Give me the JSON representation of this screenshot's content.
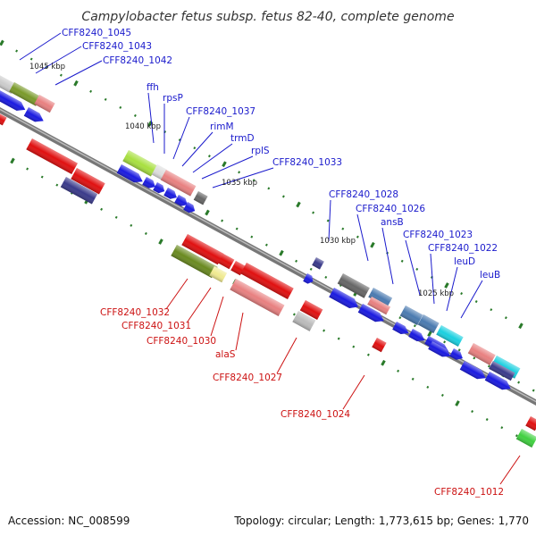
{
  "title": "Campylobacter fetus subsp. fetus 82-40, complete genome",
  "footer": {
    "accession": "Accession: NC_008599",
    "topology": "Topology: circular; Length: 1,773,615 bp; Genes: 1,770"
  },
  "colors": {
    "forward_label": "#1a1acc",
    "reverse_label": "#cc1111",
    "backbone": "#777777",
    "tick": "#2a7a2a"
  },
  "kbp_ticks": [
    "1045 kbp",
    "1040 kbp",
    "1035 kbp",
    "1030 kbp",
    "1025 kbp"
  ],
  "forward_labels": [
    "CFF8240_1045",
    "CFF8240_1043",
    "CFF8240_1042",
    "ffh",
    "rpsP",
    "CFF8240_1037",
    "rimM",
    "trmD",
    "rplS",
    "CFF8240_1033",
    "CFF8240_1028",
    "CFF8240_1026",
    "ansB",
    "CFF8240_1023",
    "CFF8240_1022",
    "leuD",
    "leuB"
  ],
  "reverse_labels": [
    "CFF8240_1032",
    "CFF8240_1031",
    "CFF8240_1030",
    "alaS",
    "CFF8240_1027",
    "CFF8240_1024",
    "CFF8240_1012"
  ]
}
